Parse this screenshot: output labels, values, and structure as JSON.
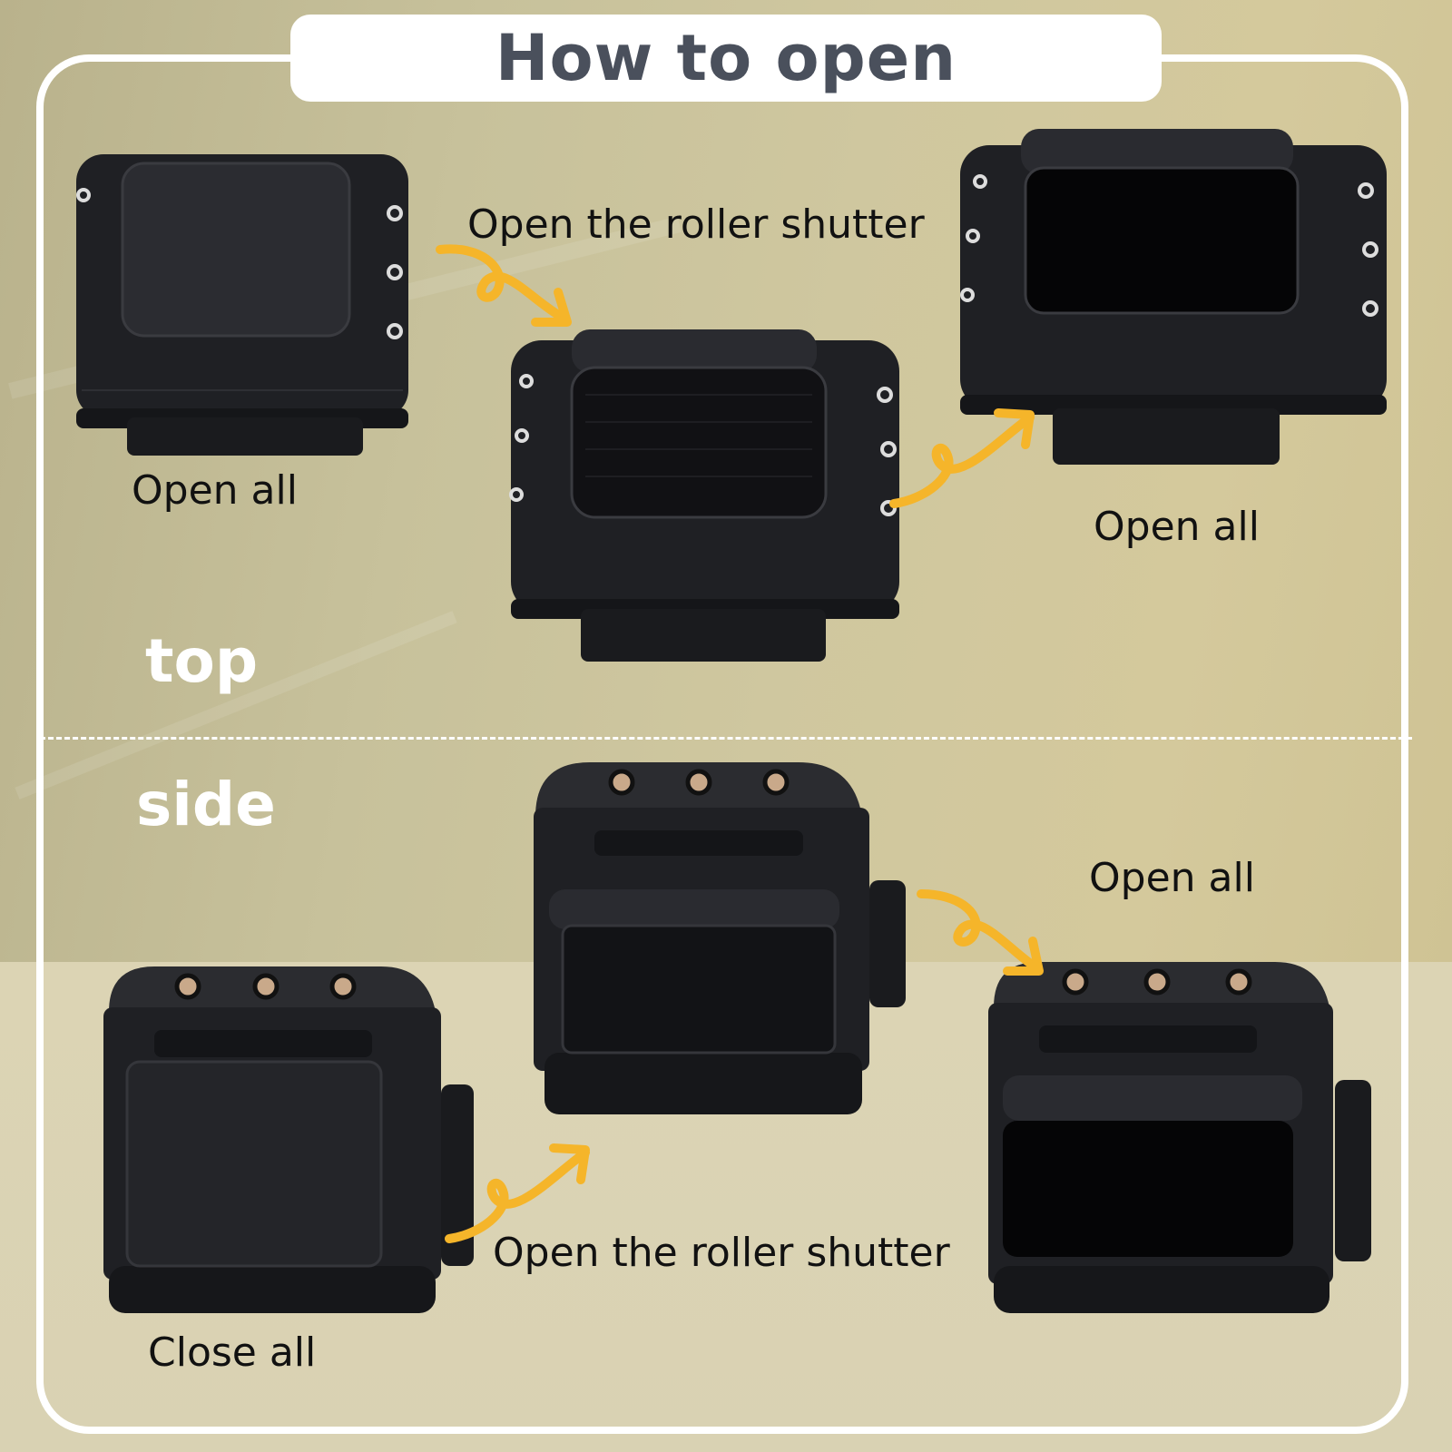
{
  "title": "How to open",
  "sections": {
    "top": "top",
    "side": "side"
  },
  "labels": {
    "top_open_all_left": "Open all",
    "top_roller": "Open the roller shutter",
    "top_open_all_right": "Open all",
    "side_open_all_right": "Open all",
    "side_roller": "Open the roller shutter",
    "side_close_all": "Close all"
  },
  "colors": {
    "arrow": "#f5b52a",
    "bag": "#1f2024",
    "frame": "#ffffff",
    "title_text": "#4a505c"
  }
}
